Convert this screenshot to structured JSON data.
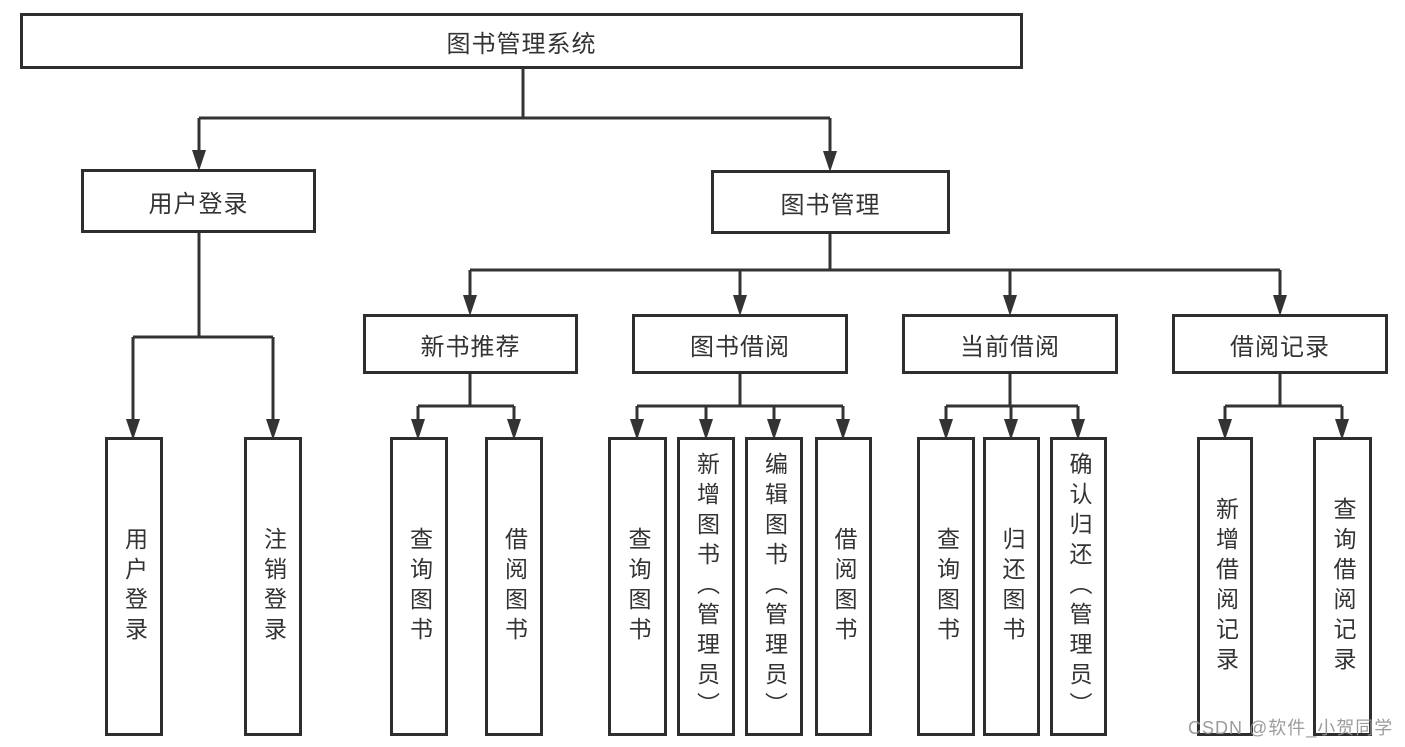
{
  "diagram": {
    "root": {
      "label": "图书管理系统",
      "children": [
        {
          "label": "用户登录",
          "children": [
            {
              "label": "用户登录"
            },
            {
              "label": "注销登录"
            }
          ]
        },
        {
          "label": "图书管理",
          "children": [
            {
              "label": "新书推荐",
              "children": [
                {
                  "label": "查询图书"
                },
                {
                  "label": "借阅图书"
                }
              ]
            },
            {
              "label": "图书借阅",
              "children": [
                {
                  "label": "查询图书"
                },
                {
                  "label": "新增图书（管理员）"
                },
                {
                  "label": "编辑图书（管理员）"
                },
                {
                  "label": "借阅图书"
                }
              ]
            },
            {
              "label": "当前借阅",
              "children": [
                {
                  "label": "查询图书"
                },
                {
                  "label": "归还图书"
                },
                {
                  "label": "确认归还（管理员）"
                }
              ]
            },
            {
              "label": "借阅记录",
              "children": [
                {
                  "label": "新增借阅记录"
                },
                {
                  "label": "查询借阅记录"
                }
              ]
            }
          ]
        }
      ]
    },
    "watermark": "CSDN @软件_小贺同学",
    "colors": {
      "line": "#333333",
      "box_border": "#2e2e2e",
      "text": "#333333",
      "watermark": "#949494",
      "background": "#ffffff"
    }
  }
}
